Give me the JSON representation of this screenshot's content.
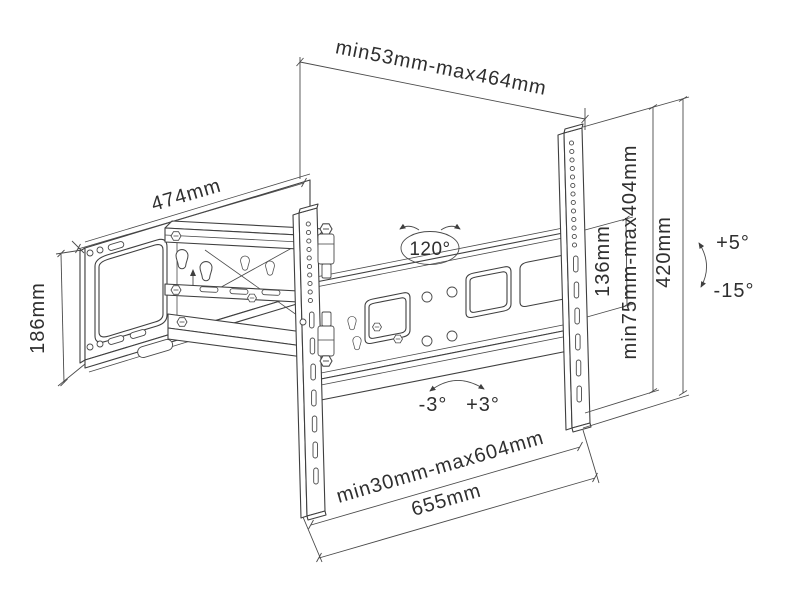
{
  "diagram": {
    "colors": {
      "background": "#ffffff",
      "line": "#3f3f3f",
      "text": "#2f2f2f"
    },
    "dimensions": {
      "arm_extension_range": "min53mm-max464mm",
      "wall_plate_width": "474mm",
      "wall_plate_height": "186mm",
      "rail_slot_section": "136mm",
      "vesa_height_range": "min75mm-max404mm",
      "bracket_height": "420mm",
      "bottom_clearance_range": "min30mm-max604mm",
      "bracket_width": "655mm"
    },
    "angles": {
      "swivel": "120°",
      "tilt_up": "+5°",
      "tilt_down": "-15°",
      "level_minus": "-3°",
      "level_plus": "+3°"
    }
  }
}
